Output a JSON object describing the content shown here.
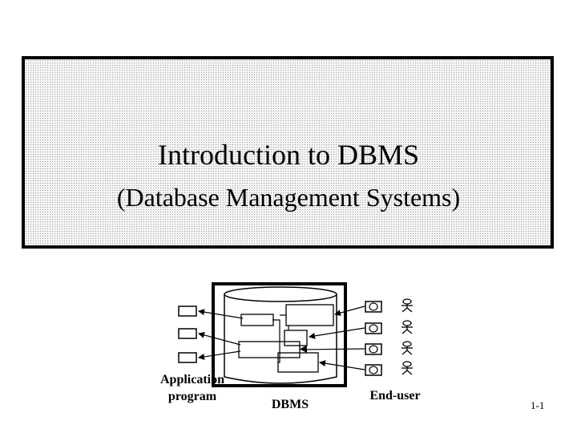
{
  "slide": {
    "title": "Introduction to DBMS",
    "subtitle": "(Database Management Systems)",
    "page_number": "1-1"
  },
  "diagram": {
    "application_label_line1": "Application",
    "application_label_line2": "program",
    "dbms_label": "DBMS",
    "enduser_label": "End-user",
    "application_program_count": 3,
    "end_user_count": 4
  },
  "colors": {
    "ink": "#000000",
    "stipple": "#9a9a9a",
    "background": "#ffffff"
  }
}
